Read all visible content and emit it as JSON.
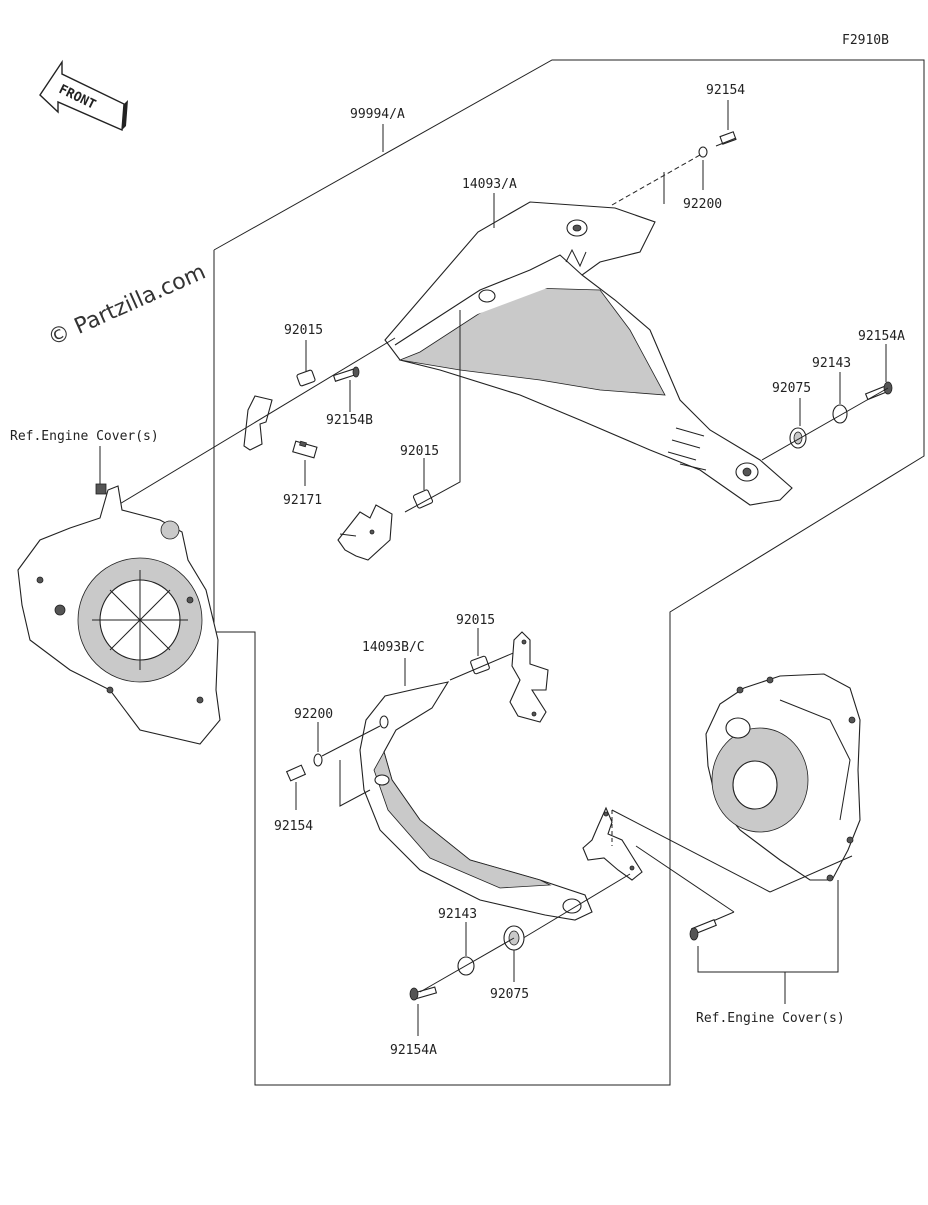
{
  "diagram_code": "F2910B",
  "front_arrow_label": "FRONT",
  "watermark": "© Partzilla.com",
  "callouts": {
    "p99994a": "99994/A",
    "p14093a": "14093/A",
    "p14093bc": "14093B/C",
    "p92154_top": "92154",
    "p92200_top": "92200",
    "p92154a_right": "92154A",
    "p92143_right": "92143",
    "p92075_right": "92075",
    "p92015_left": "92015",
    "p92154b": "92154B",
    "p92171": "92171",
    "p92015_mid": "92015",
    "p92015_lower": "92015",
    "p92200_lower": "92200",
    "p92154_lower": "92154",
    "p92143_lower": "92143",
    "p92075_lower": "92075",
    "p92154a_lower": "92154A",
    "ref_left": "Ref.Engine Cover(s)",
    "ref_right": "Ref.Engine Cover(s)"
  }
}
